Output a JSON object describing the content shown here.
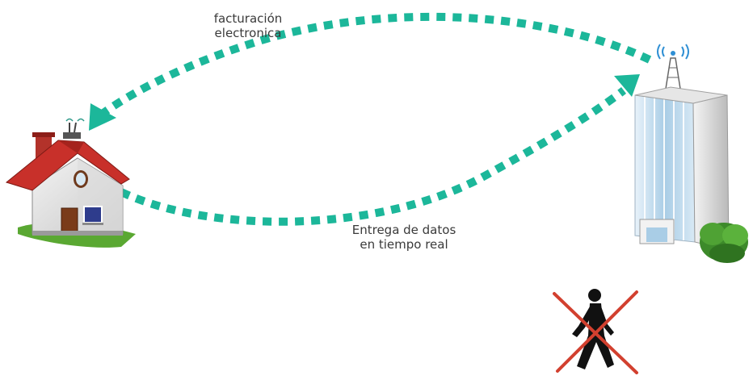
{
  "labels": {
    "top": [
      "facturación",
      "electronica"
    ],
    "bottom": [
      "Entrega de datos",
      "en tiempo real"
    ]
  },
  "colors": {
    "arrow": "#1cb79a",
    "cross": "#d2402f",
    "roof": "#c8302a",
    "building_glass": "#a9cde6"
  },
  "icons": {
    "house": "house-with-antenna",
    "building": "office-building-with-tower",
    "person": "walking-person-silhouette",
    "prohibition": "red-x-cross"
  }
}
